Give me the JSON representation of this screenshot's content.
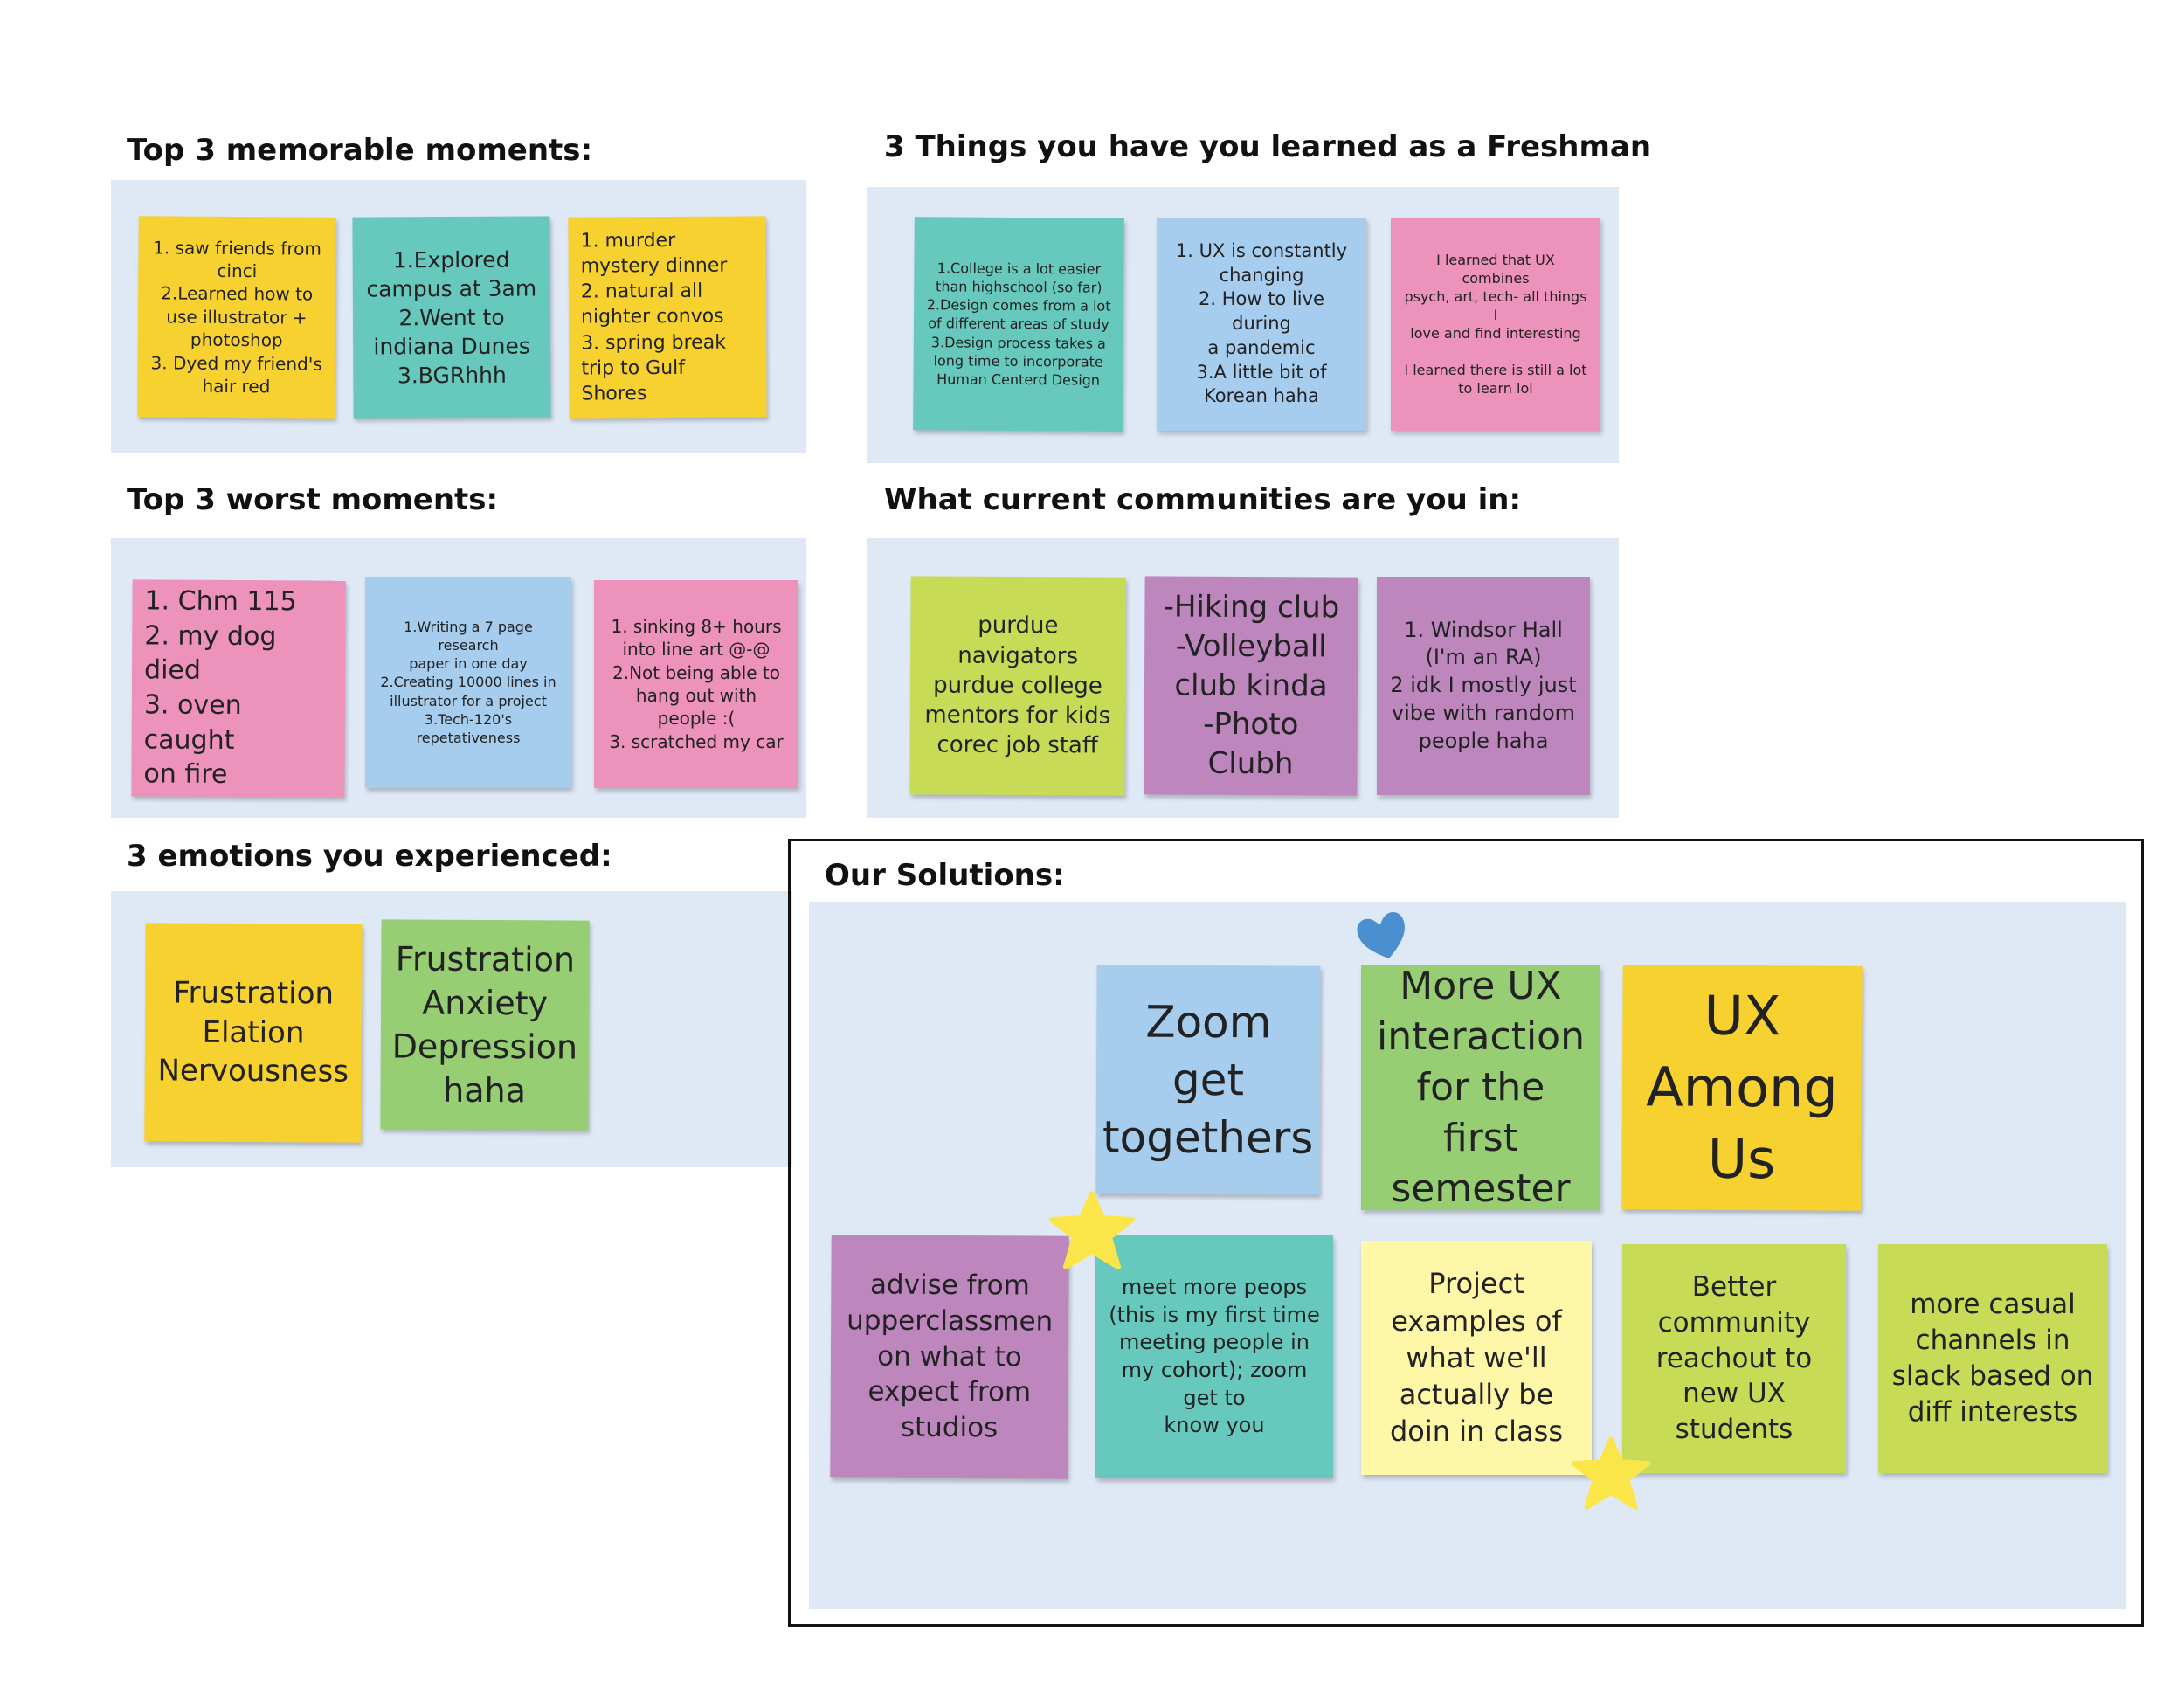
{
  "colors": {
    "panel_bg": "#dfe9f6",
    "yellow": "#f6d12f",
    "teal": "#67c9bd",
    "blue": "#a6ccee",
    "pink": "#ed92ba",
    "lime": "#c8db57",
    "purple": "#bd86bd",
    "green": "#97cd73",
    "cream": "#fff7a8",
    "heart": "#4a8fd0",
    "star": "#fbe64a"
  },
  "sections": {
    "memorable": {
      "title": "Top 3 memorable moments:",
      "notes": [
        "1. saw friends from\ncinci\n2.Learned how to\nuse illustrator +\nphotoshop\n3. Dyed my friend's\nhair red",
        "1.Explored\ncampus at 3am\n2.Went to\nindiana Dunes\n3.BGRhhh",
        "1. murder\nmystery dinner\n2. natural all\nnighter convos\n3. spring break\ntrip to Gulf Shores"
      ]
    },
    "learned": {
      "title": "3 Things you have you learned as a Freshman",
      "notes": [
        "1.College is a lot easier\nthan highschool (so far)\n2.Design comes from a lot\nof different areas of study\n3.Design process takes a\nlong time to incorporate\nHuman Centerd Design",
        "1. UX is constantly\nchanging\n2. How to live during\na pandemic\n3.A little bit of\nKorean haha",
        "I learned that UX combines\npsych, art, tech- all things I\nlove and find interesting\n\nI learned there is still a lot\nto learn lol"
      ]
    },
    "worst": {
      "title": "Top 3 worst moments:",
      "notes": [
        "1. Chm 115\n2. my dog died\n3. oven caught\non fire",
        "1.Writing a 7 page research\npaper in one day\n2.Creating 10000 lines in\nillustrator for a project\n3.Tech-120's repetativeness",
        "1. sinking 8+ hours\ninto line art @-@\n2.Not being able to\nhang out with\npeople :(\n3. scratched my car"
      ]
    },
    "communities": {
      "title": "What current communities are you in:",
      "notes": [
        "purdue\nnavigators\npurdue college\nmentors for kids\ncorec job staff",
        "-Hiking club\n-Volleyball\nclub kinda\n-Photo Clubh",
        "1. Windsor Hall\n(I'm an RA)\n2 idk I mostly just\nvibe with random\npeople haha"
      ]
    },
    "emotions": {
      "title": "3 emotions you experienced:",
      "notes": [
        "Frustration\nElation\nNervousness",
        "Frustration\nAnxiety\nDepression\nhaha"
      ]
    },
    "solutions": {
      "title": "Our Solutions:",
      "notes": [
        "Zoom get\ntogethers",
        "More UX\ninteraction\nfor the first\nsemester",
        "UX\nAmong\nUs",
        "advise from\nupperclassmen\non what to\nexpect from\nstudios",
        "meet more peops\n(this is my first time\nmeeting people in\nmy cohort); zoom\nget to\nknow you",
        "Project\nexamples of\nwhat we'll\nactually be\ndoin in class",
        "Better\ncommunity\nreachout to\nnew UX\nstudents",
        "more casual\nchannels in\nslack based on\ndiff interests"
      ]
    }
  },
  "decorations": {
    "heart": "heart-sticker-icon",
    "star": "star-sticker-icon"
  }
}
